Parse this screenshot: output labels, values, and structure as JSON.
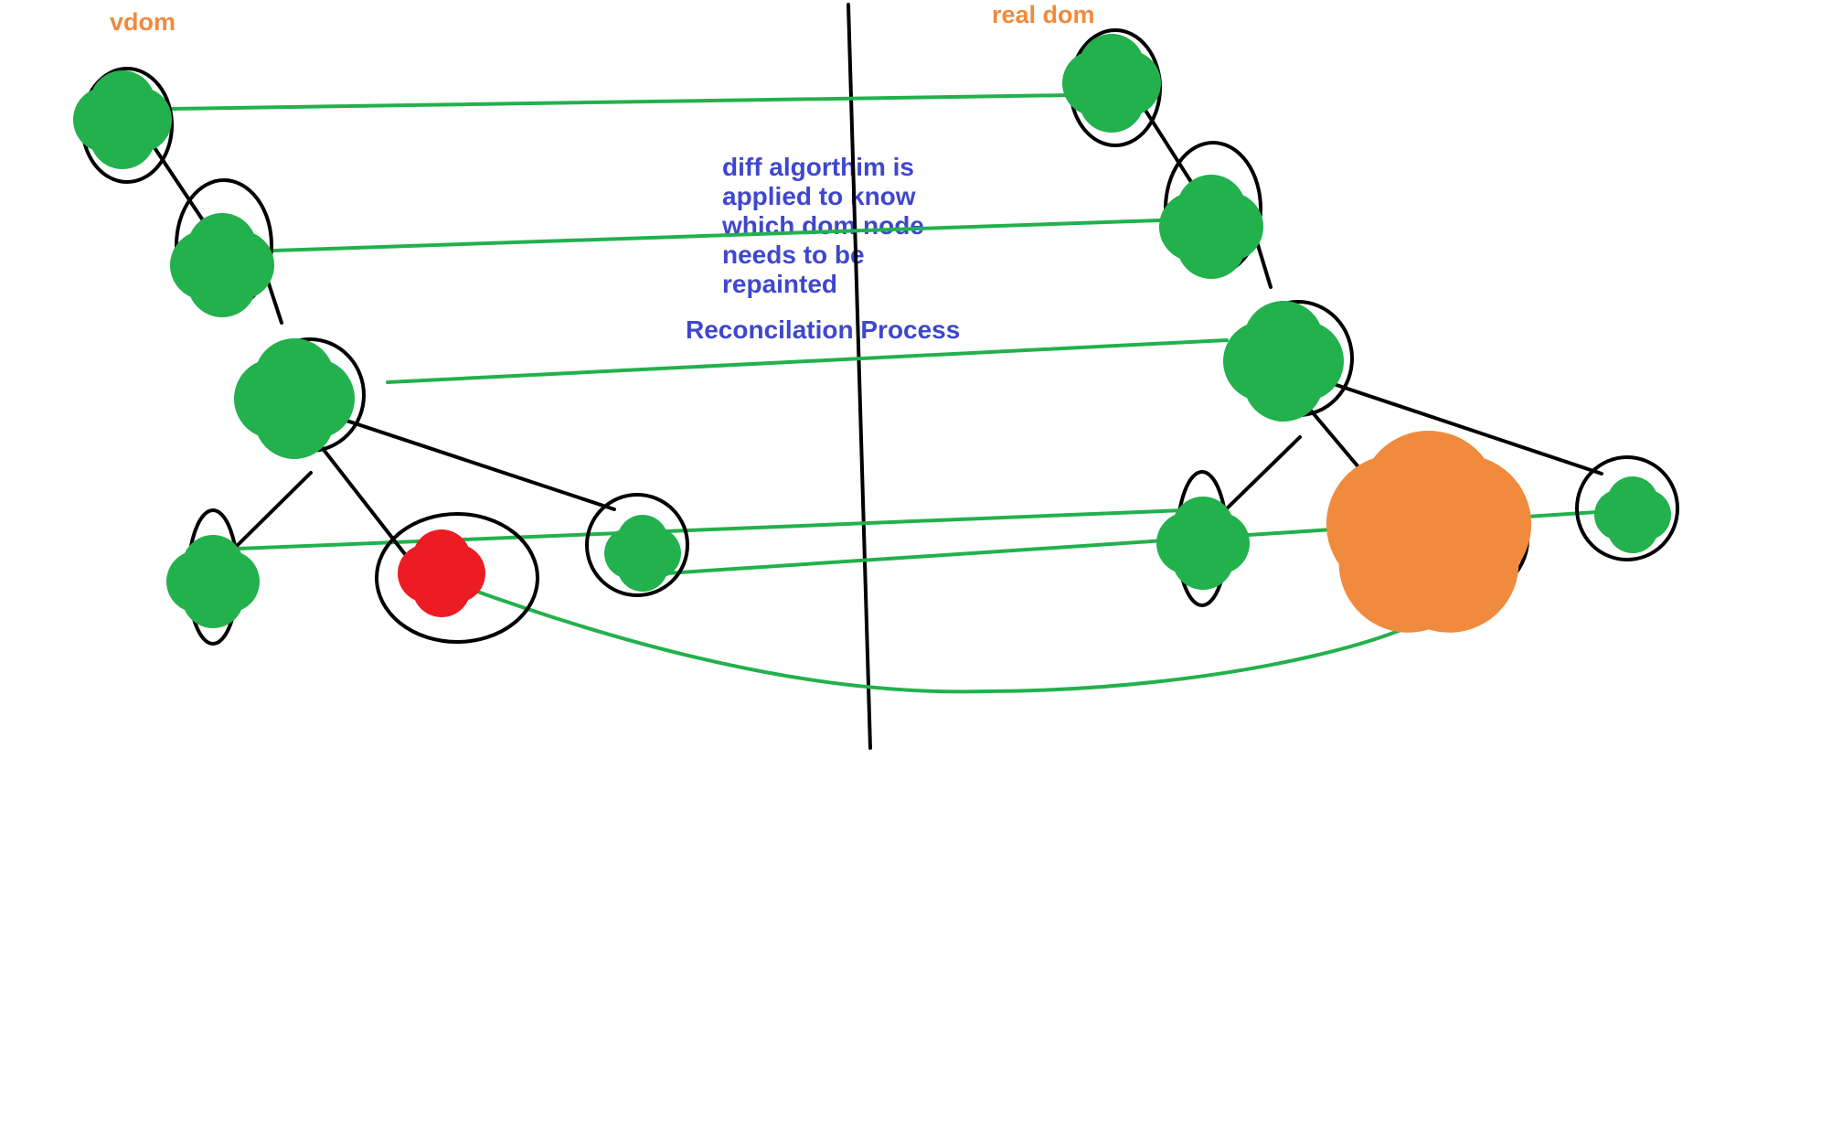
{
  "labels": {
    "vdom": "vdom",
    "real_dom": "real dom",
    "diff_lines": [
      "diff algorthim is",
      "applied to know",
      "which dom node",
      "needs to be",
      "repainted"
    ],
    "process": "Reconcilation Process"
  },
  "colors": {
    "label_orange": "#f08a3c",
    "label_blue": "#3f47cc",
    "ink_black": "#000000",
    "ink_green": "#22b14c",
    "changed_red": "#ed1c24",
    "highlight_star_orange": "#f08a3c"
  },
  "icons": {
    "unchanged_node": "green-sparkle",
    "changed_node": "red-sparkle",
    "updated_node": "orange-star"
  }
}
